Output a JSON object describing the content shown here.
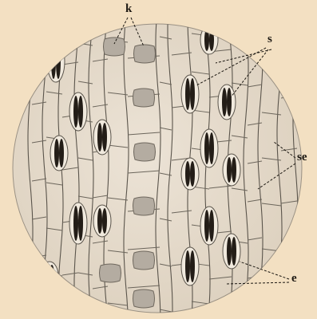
{
  "labels": {
    "k": "k",
    "s": "s",
    "se": "se",
    "e": "e"
  },
  "colors": {
    "background": "#f3e0c2",
    "field": "#e7dccb",
    "ink": "#1c1812",
    "cell_line": "#5a544b",
    "stoma": "#231d17",
    "crystal": "#b4aca1"
  }
}
